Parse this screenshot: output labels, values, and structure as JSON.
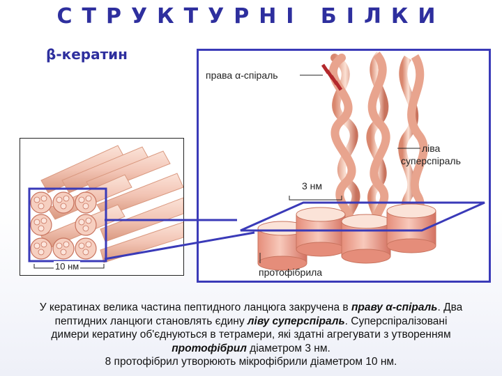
{
  "title": "СТРУКТУРНІ БІЛКИ",
  "subtitle": "β-кератин",
  "labels": {
    "right_alpha_helix": "права α-спіраль",
    "left_superhelix_line1": "ліва",
    "left_superhelix_line2": "суперспіраль",
    "three_nm": "3 нм",
    "protofibril": "протофібрила",
    "ten_nm": "10 нм"
  },
  "caption": {
    "l1_a": "У кератинах велика частина пептидного ланцюга закручена в ",
    "l1_b": "праву α-спіраль",
    "l1_c": ". Два",
    "l2_a": "пептидних ланцюги становлять єдину ",
    "l2_b": "ліву суперспіраль",
    "l2_c": ". Суперспіралізовані",
    "l3": "димери кератину об'єднуються в тетрамери, які здатні агрегувати з утворенням",
    "l4_b": "протофібрил",
    "l4_c": " діаметром 3 нм.",
    "l5": "8 протофібрил утворюють мікрофібрили діаметром 10 нм."
  },
  "colors": {
    "title": "#2e2f9e",
    "frame": "#3a3ab8",
    "fiber": "#f2c4b4",
    "fiber_dark": "#d9876e",
    "helix_red": "#b3282c"
  }
}
